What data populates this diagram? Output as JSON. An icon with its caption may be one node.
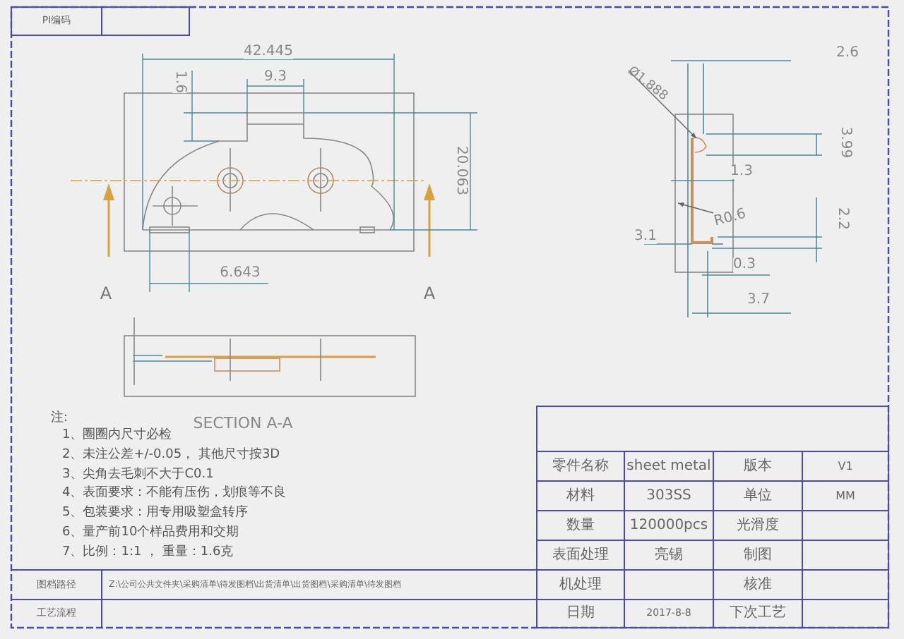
{
  "diagram": {
    "nodes": [
      {
        "text": [
          "Ø1.888"
        ]
      },
      {
        "text": [
          "R0.6"
        ]
      }
    ],
    "edges": [
      {
        "from": 0,
        "to": null,
        "arrow": "to"
      },
      {
        "from": 1,
        "to": null,
        "arrow": "to"
      }
    ],
    "labels": [
      "PI编码",
      "42.445",
      "2.6",
      "9.3",
      "1.6",
      "3.99",
      "20.063",
      "1.3",
      "2.2",
      "3.1",
      "0.3",
      "6.643",
      "3.7",
      "A",
      "A",
      "SECTION A-A",
      "注:",
      "1、圈圈内尺寸必检",
      "2、未注公差+/-0.05， 其他尺寸按3D",
      "3、尖角去毛刺不大于C0.1",
      "4、表面要求：不能有压伤，划痕等不良",
      "5、包装要求：用专用吸塑盒转序",
      "6、量产前10个样品费用和交期",
      "7、比例：1:1 ， 重量：1.6克",
      "零件名称",
      "sheet metal",
      "版本",
      "V1",
      "材料",
      "303SS",
      "单位",
      "MM",
      "数量",
      "120000pcs",
      "光滑度",
      "表面处理",
      "亮锡",
      "制图",
      "机处理",
      "核准",
      "日期",
      "2017-8-8",
      "下次工艺",
      "图档路径",
      "Z:\\公司公共文件夹\\采购清单\\待发图档\\出货清单\\出货图档\\采购清单\\待发图档",
      "工艺流程"
    ]
  }
}
